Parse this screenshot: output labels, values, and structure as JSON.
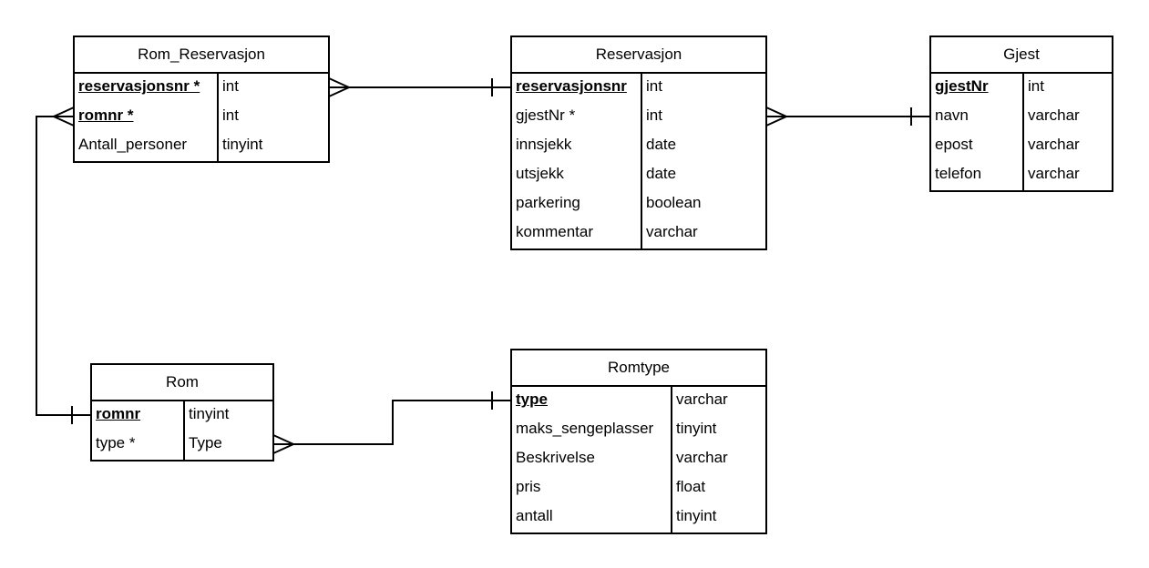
{
  "entities": {
    "rom_reservasjon": {
      "title": "Rom_Reservasjon",
      "attributes": [
        {
          "name": "reservasjonsnr *",
          "type": "int",
          "key": true
        },
        {
          "name": "romnr *",
          "type": "int",
          "key": true
        },
        {
          "name": "Antall_personer",
          "type": "tinyint",
          "key": false
        }
      ]
    },
    "reservasjon": {
      "title": "Reservasjon",
      "attributes": [
        {
          "name": "reservasjonsnr",
          "type": "int",
          "key": true
        },
        {
          "name": "gjestNr *",
          "type": "int",
          "key": false
        },
        {
          "name": "innsjekk",
          "type": "date",
          "key": false
        },
        {
          "name": "utsjekk",
          "type": "date",
          "key": false
        },
        {
          "name": "parkering",
          "type": "boolean",
          "key": false
        },
        {
          "name": "kommentar",
          "type": "varchar",
          "key": false
        }
      ]
    },
    "gjest": {
      "title": "Gjest",
      "attributes": [
        {
          "name": "gjestNr",
          "type": "int",
          "key": true
        },
        {
          "name": "navn",
          "type": "varchar",
          "key": false
        },
        {
          "name": "epost",
          "type": "varchar",
          "key": false
        },
        {
          "name": "telefon",
          "type": "varchar",
          "key": false
        }
      ]
    },
    "rom": {
      "title": "Rom",
      "attributes": [
        {
          "name": "romnr",
          "type": "tinyint",
          "key": true
        },
        {
          "name": "type *",
          "type": "Type",
          "key": false
        }
      ]
    },
    "romtype": {
      "title": "Romtype",
      "attributes": [
        {
          "name": "type",
          "type": "varchar",
          "key": true
        },
        {
          "name": "maks_sengeplasser",
          "type": "tinyint",
          "key": false
        },
        {
          "name": "Beskrivelse",
          "type": "varchar",
          "key": false
        },
        {
          "name": "pris",
          "type": "float",
          "key": false
        },
        {
          "name": "antall",
          "type": "tinyint",
          "key": false
        }
      ]
    }
  },
  "relationships": [
    {
      "from": "rom_reservasjon",
      "from_cardinality": "many",
      "to": "reservasjon",
      "to_cardinality": "one"
    },
    {
      "from": "reservasjon",
      "from_cardinality": "many",
      "to": "gjest",
      "to_cardinality": "one"
    },
    {
      "from": "rom_reservasjon",
      "from_cardinality": "many",
      "to": "rom",
      "to_cardinality": "one"
    },
    {
      "from": "rom",
      "from_cardinality": "many",
      "to": "romtype",
      "to_cardinality": "one"
    }
  ]
}
